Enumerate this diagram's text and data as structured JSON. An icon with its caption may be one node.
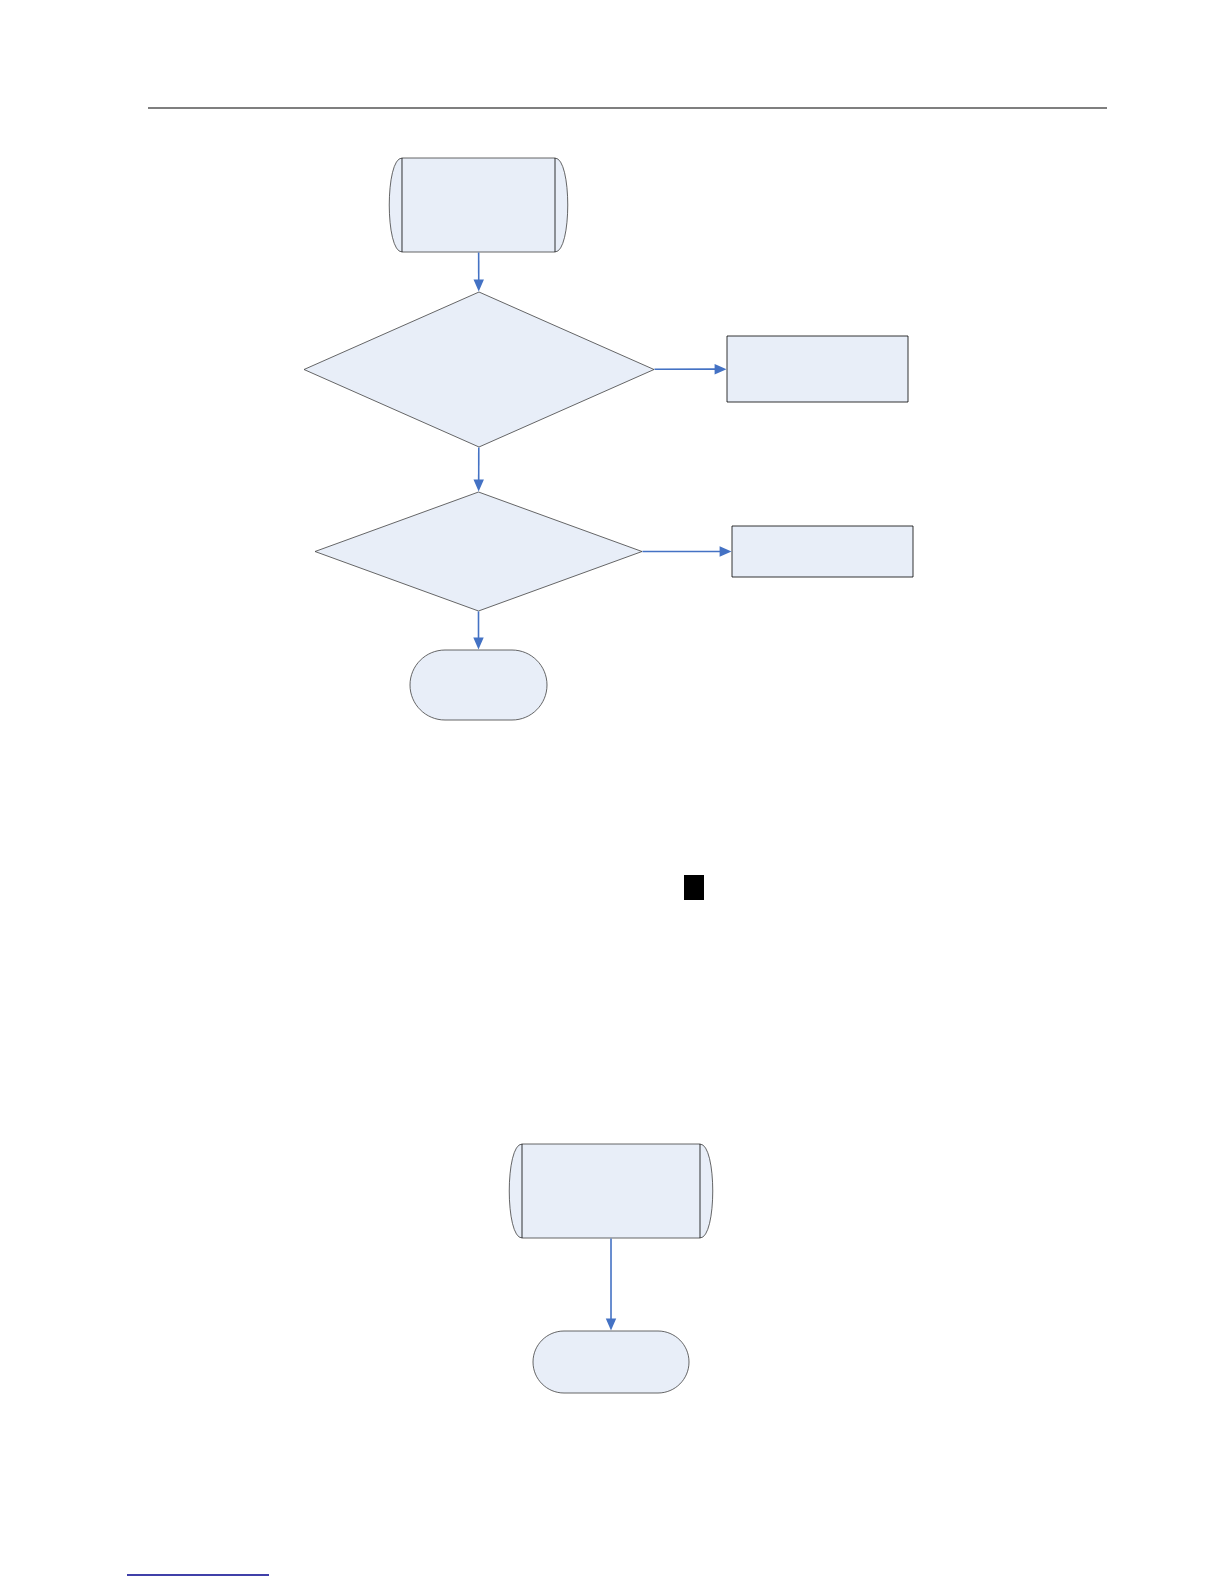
{
  "diagram": {
    "nodes": [
      {
        "text": [],
        "shape": "cylinder"
      },
      {
        "text": [],
        "shape": "diamond"
      },
      {
        "text": [],
        "shape": "box"
      },
      {
        "text": [],
        "shape": "diamond"
      },
      {
        "text": [],
        "shape": "box"
      },
      {
        "text": [],
        "shape": "terminal"
      },
      {
        "text": [],
        "shape": "cylinder"
      },
      {
        "text": [],
        "shape": "terminal"
      }
    ],
    "edges": [
      {
        "from": 0,
        "to": 1,
        "arrow": "to"
      },
      {
        "from": 1,
        "to": 2,
        "arrow": "to"
      },
      {
        "from": 1,
        "to": 3,
        "arrow": "to"
      },
      {
        "from": 3,
        "to": 4,
        "arrow": "to"
      },
      {
        "from": 3,
        "to": 5,
        "arrow": "to"
      },
      {
        "from": 6,
        "to": 7,
        "arrow": "to"
      }
    ]
  }
}
